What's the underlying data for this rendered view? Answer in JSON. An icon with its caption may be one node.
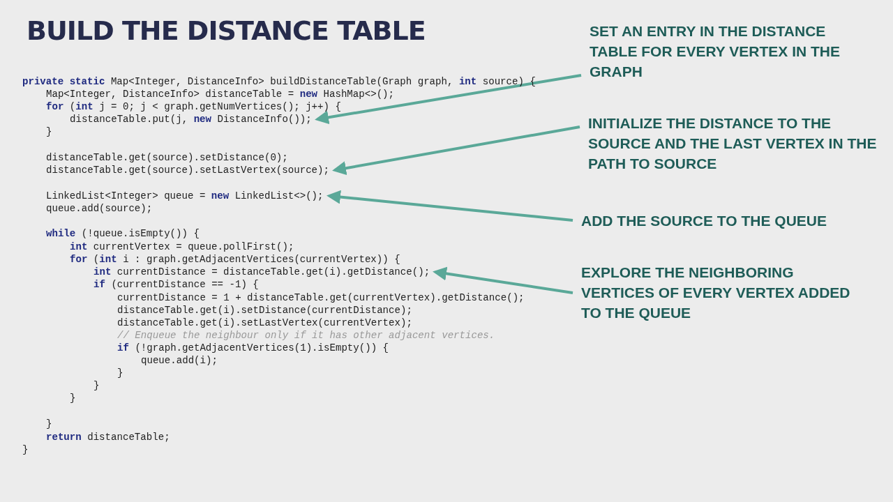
{
  "diagram": {
    "title": "BUILD THE DISTANCE TABLE",
    "nodes": [
      {
        "text": [
          "SET AN ENTRY IN THE DISTANCE TABLE FOR EVERY VERTEX IN THE GRAPH"
        ]
      },
      {
        "text": [
          "INITIALIZE THE DISTANCE TO THE SOURCE AND THE LAST VERTEX IN THE PATH TO SOURCE"
        ]
      },
      {
        "text": [
          "ADD THE SOURCE TO THE QUEUE"
        ]
      },
      {
        "text": [
          "EXPLORE THE NEIGHBORING VERTICES OF EVERY VERTEX ADDED TO THE QUEUE"
        ]
      },
      {
        "text": [
          "distanceTable.put(j, **new** DistanceInfo());"
        ]
      },
      {
        "text": [
          "distanceTable.get(source).setLastVertex(source);"
        ]
      },
      {
        "text": [
          "LinkedList<Integer> queue = **new** LinkedList<>();"
        ]
      },
      {
        "text": [
          "**int** currentDistance = distanceTable.get(i).getDistance();"
        ]
      }
    ],
    "edges": [
      {
        "from": 0,
        "to": 4,
        "arrow": "to"
      },
      {
        "from": 1,
        "to": 5,
        "arrow": "to"
      },
      {
        "from": 2,
        "to": 6,
        "arrow": "to"
      },
      {
        "from": 3,
        "to": 7,
        "arrow": "to"
      }
    ],
    "labels": [
      "**private static** Map<Integer, DistanceInfo> buildDistanceTable(Graph graph, **int** source) {",
      "Map<Integer, DistanceInfo> distanceTable = **new** HashMap<>();",
      "**for** (**int** j = 0; j < graph.getNumVertices(); j++) {",
      "}",
      "distanceTable.get(source).setDistance(0);",
      "queue.add(source);",
      "**while** (!queue.isEmpty()) {",
      "**int** currentVertex = queue.pollFirst();",
      "**for** (**int** i : graph.getAdjacentVertices(currentVertex)) {",
      "**if** (currentDistance == -1) {",
      "currentDistance = 1 + distanceTable.get(currentVertex).getDistance();",
      "distanceTable.get(i).setDistance(currentDistance);",
      "distanceTable.get(i).setLastVertex(currentVertex);",
      "// Enqueue the neighbour only if it has other adjacent vertices.",
      "**if** (!graph.getAdjacentVertices(1).isEmpty()) {",
      "queue.add(i);",
      "}",
      "}",
      "}",
      "}",
      "**return** distanceTable;",
      "}"
    ]
  }
}
